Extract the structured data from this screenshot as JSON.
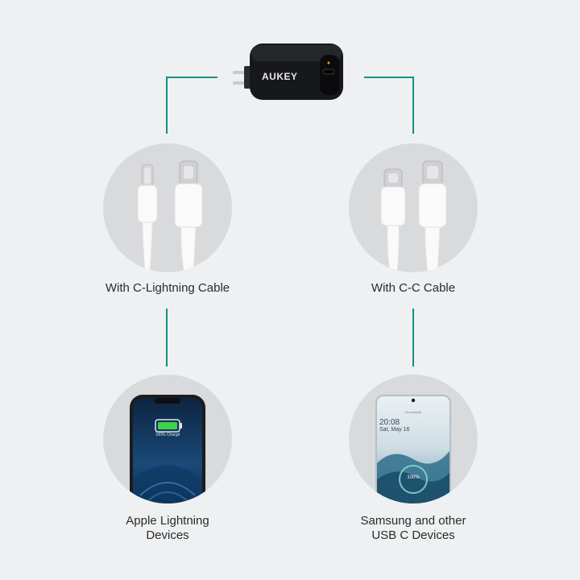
{
  "charger": {
    "brand": "AUKEY"
  },
  "options": [
    {
      "label": "With C-Lightning Cable"
    },
    {
      "label": "With C-C Cable"
    }
  ],
  "devices": [
    {
      "label_line1": "Apple Lightning",
      "label_line2": "Devices",
      "screen_text": "100% Chargd"
    },
    {
      "label_line1": "Samsung and other",
      "label_line2": "USB C Devices",
      "status_text": "No network",
      "time": "20:08",
      "date": "Sat, May 16",
      "battery": "100%"
    }
  ],
  "colors": {
    "connector": "#14907f",
    "background": "#eef0f2",
    "circle": "#d9dadc",
    "charger_body": "#111214",
    "battery_green": "#3ed34a"
  }
}
